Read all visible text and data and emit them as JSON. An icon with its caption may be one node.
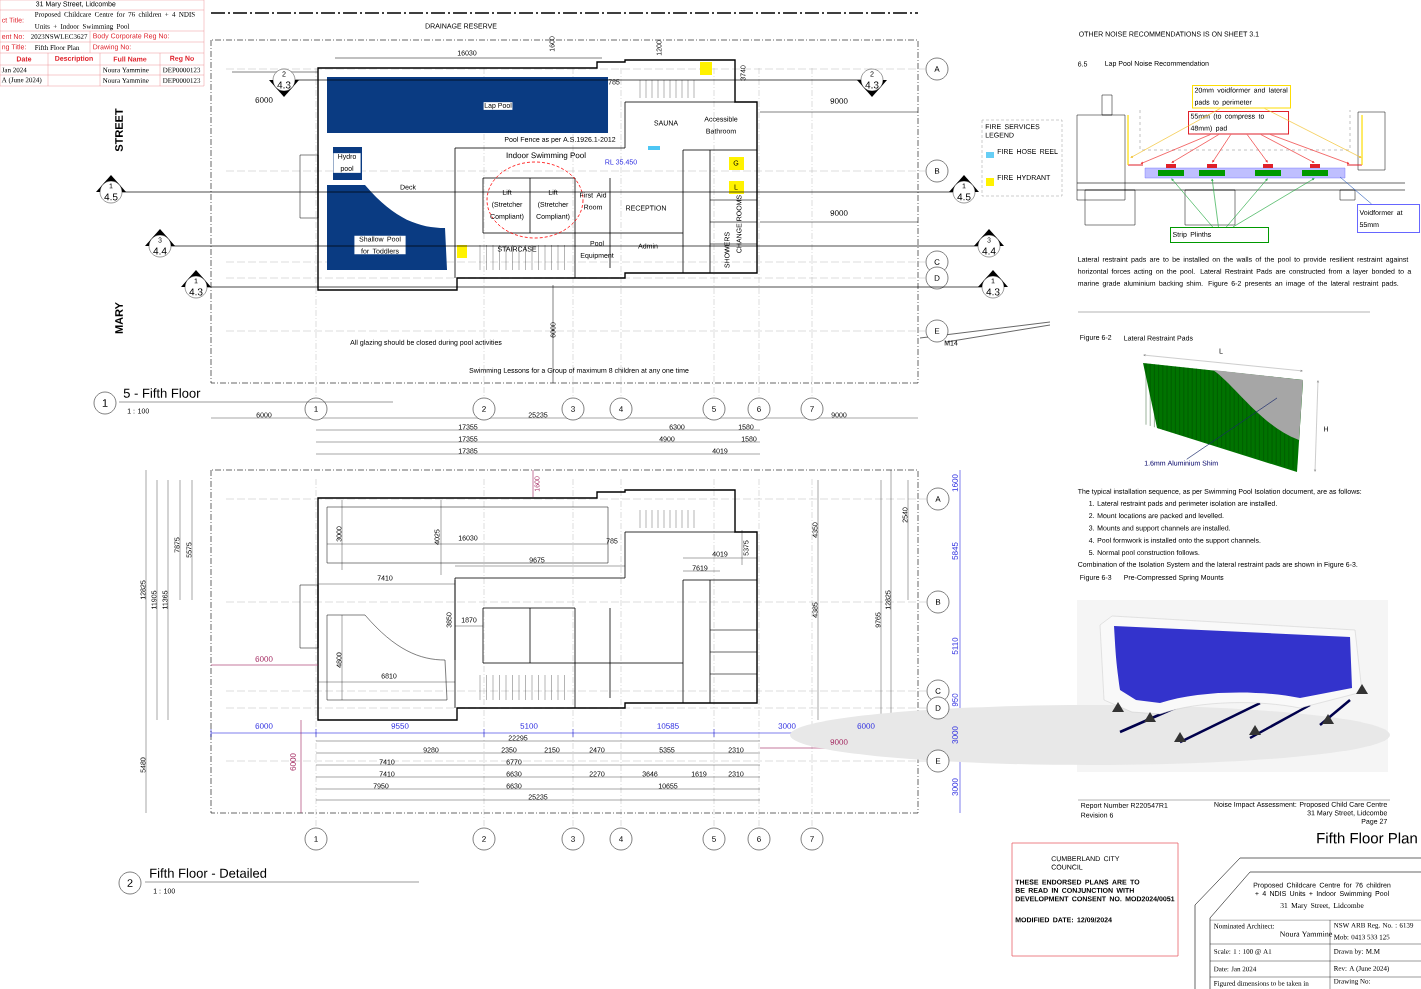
{
  "diagram": {
    "title": "Fifth Floor Plan",
    "nodes": [
      {
        "text": [
          "Lap Pool"
        ]
      },
      {
        "text": [
          "Hydro pool"
        ]
      },
      {
        "text": [
          "Shallow Pool for Toddlers"
        ]
      },
      {
        "text": [
          "1"
        ]
      },
      {
        "text": [
          "2"
        ]
      },
      {
        "text": [
          "3"
        ]
      },
      {
        "text": [
          "4"
        ]
      },
      {
        "text": [
          "5"
        ]
      },
      {
        "text": [
          "6"
        ]
      },
      {
        "text": [
          "7"
        ]
      },
      {
        "text": [
          "A"
        ]
      },
      {
        "text": [
          "B"
        ]
      },
      {
        "text": [
          "C"
        ]
      },
      {
        "text": [
          "D"
        ]
      },
      {
        "text": [
          "E"
        ]
      },
      {
        "text": [
          "1"
        ]
      },
      {
        "text": [
          "2"
        ]
      },
      {
        "text": [
          "3"
        ]
      },
      {
        "text": [
          "4"
        ]
      },
      {
        "text": [
          "5"
        ]
      },
      {
        "text": [
          "6"
        ]
      },
      {
        "text": [
          "7"
        ]
      },
      {
        "text": [
          "A"
        ]
      },
      {
        "text": [
          "B"
        ]
      },
      {
        "text": [
          "C"
        ]
      },
      {
        "text": [
          "D"
        ]
      },
      {
        "text": [
          "E"
        ]
      },
      {
        "text": [
          "1"
        ],
        "beside": [
          "5 - Fifth Floor",
          "1 : 100"
        ]
      },
      {
        "text": [
          "2"
        ],
        "beside": [
          "Fifth Floor - Detailed",
          "1 : 100"
        ]
      },
      {
        "text": [
          "20mm voidformer and lateral pads to perimeter"
        ]
      },
      {
        "text": [
          "55mm (to compress to 48mm) pad"
        ]
      },
      {
        "text": [
          "Strip Plinths"
        ]
      },
      {
        "text": [
          "Voidformer at 55mm"
        ]
      },
      {
        "text": [
          "CUMBERLAND CITY COUNCIL",
          "THESE ENDORSED PLANS ARE TO BE READ IN CONJUNCTION WITH DEVELOPMENT CONSENT NO. MOD2024/0051",
          "MODIFIED DATE: 12/09/2024"
        ]
      },
      {
        "text": [
          "Proposed Childcare Centre for 76 children + 4 NDIS Units + Indoor Swimming Pool",
          "31 Mary Street, Lidcombe"
        ]
      },
      {
        "text": [
          "1.6mm Aluminium Shim"
        ]
      },
      {
        "text": [
          "FIRE SERVICES LEGEND",
          "FIRE HOSE REEL",
          "FIRE HYDRANT"
        ]
      },
      {
        "text": [
          "2",
          "4.3"
        ]
      },
      {
        "text": [
          "2",
          "4.3"
        ]
      },
      {
        "text": [
          "1",
          "4.5"
        ]
      },
      {
        "text": [
          "1",
          "4.5"
        ]
      },
      {
        "text": [
          "3",
          "4.4"
        ]
      },
      {
        "text": [
          "3",
          "4.4"
        ]
      },
      {
        "text": [
          "1",
          "4.3"
        ]
      },
      {
        "text": [
          "1",
          "4.3"
        ]
      }
    ],
    "edges": [
      {
        "from": 29,
        "to": null,
        "arrow": "to",
        "color": "#f2c12e"
      },
      {
        "from": 29,
        "to": null,
        "arrow": "to",
        "color": "#f2c12e"
      },
      {
        "from": 30,
        "to": null,
        "arrow": "to",
        "color": "#ee3030"
      },
      {
        "from": 30,
        "to": null,
        "arrow": "to",
        "color": "#ee3030"
      },
      {
        "from": 30,
        "to": null,
        "arrow": "to",
        "color": "#ee3030"
      },
      {
        "from": 30,
        "to": null,
        "arrow": "to",
        "color": "#ee3030"
      },
      {
        "from": 30,
        "to": null,
        "arrow": "to",
        "color": "#ee3030"
      },
      {
        "from": 30,
        "to": null,
        "arrow": "to",
        "color": "#ee3030"
      },
      {
        "from": 31,
        "to": null,
        "arrow": "to",
        "color": "#2fae4a"
      },
      {
        "from": 31,
        "to": null,
        "arrow": "to",
        "color": "#2fae4a"
      },
      {
        "from": 31,
        "to": null,
        "arrow": "to",
        "color": "#2fae4a"
      },
      {
        "from": 31,
        "to": null,
        "arrow": "to",
        "color": "#2fae4a"
      },
      {
        "from": 32,
        "to": null,
        "arrow": "none",
        "color": "#3c6cc0"
      },
      {
        "from": 35,
        "to": null,
        "arrow": "none",
        "color": "#1a2a6c"
      },
      {
        "from": 37,
        "to": 38,
        "arrow": "none",
        "color": "#000000"
      },
      {
        "from": 39,
        "to": 40,
        "arrow": "none",
        "color": "#000000"
      },
      {
        "from": 41,
        "to": 42,
        "arrow": "none",
        "color": "#000000"
      },
      {
        "from": 43,
        "to": 44,
        "arrow": "none",
        "color": "#000000"
      }
    ],
    "labels": [
      "31 Mary Street, Lidcombe",
      "ct Title:",
      "Proposed Childcare Centre for 76 children + 4 NDIS Units + Indoor Swimming Pool",
      "ent No:",
      "2023NSWLEC3627",
      "Body Corporate Reg No:",
      "ng Title:",
      "Fifth Floor Plan",
      "Drawing No:",
      "Date",
      "Description",
      "Full Name",
      "Reg No",
      "Jan 2024",
      "A (June 2024)",
      "Noura Yammine",
      "DEP0000123",
      "Noura Yammine",
      "DEP0000123",
      "STREET",
      "MARY",
      "DRAINAGE RESERVE",
      "16030",
      "1600",
      "1200",
      "3740",
      "6000",
      "9000",
      "785",
      "Deck",
      "Pool Fence as per A.S.1926.1-2012",
      "Indoor Swimming Pool",
      "RL 35.450",
      "SAUNA",
      "Accessible Bathroom",
      "Lift (Stretcher Compliant)",
      "Lift (Stretcher Compliant)",
      "First Aid Room",
      "RECEPTION",
      "Admin",
      "Pool Equipment",
      "STAIRCASE",
      "G",
      "L",
      "CHANGE ROOMS",
      "SHOWERS",
      "9000",
      "6000",
      "All glazing should be closed during pool activities",
      "Swimming Lessons for a Group of maximum 8 children at any one time",
      "M14",
      "6000",
      "25235",
      "9000",
      "17355",
      "6300",
      "1580",
      "17355",
      "4900",
      "1580",
      "17385",
      "4019",
      "1600",
      "3000",
      "4025",
      "16030",
      "785",
      "5375",
      "4019",
      "9675",
      "7619",
      "7410",
      "3850",
      "1870",
      "6000",
      "4800",
      "6810",
      "6000",
      "9550",
      "5100",
      "10585",
      "3000",
      "6000",
      "1600",
      "5845",
      "5110",
      "950",
      "3000",
      "3000",
      "9000",
      "6000",
      "22295",
      "9280",
      "2350",
      "2150",
      "2470",
      "5355",
      "2310",
      "7410",
      "6770",
      "7410",
      "6630",
      "2270",
      "3646",
      "1619",
      "2310",
      "7950",
      "6630",
      "10655",
      "25235",
      "12825",
      "11905",
      "11365",
      "7875",
      "5575",
      "5480",
      "12825",
      "9765",
      "4385",
      "4350",
      "2540",
      "OTHER NOISE RECOMMENDATIONS IS ON SHEET 3.1",
      "6.5",
      "Lap Pool Noise Recommendation",
      "Lateral restraint pads are to be installed on the walls of the pool to provide resilient restraint against horizontal forces acting on the pool. Lateral Restraint Pads are constructed from a layer bonded to a marine grade aluminium backing shim. Figure 6-2 presents an image of the lateral restraint pads.",
      "Figure 6-2",
      "Lateral Restraint Pads",
      "L",
      "H",
      "The typical installation sequence, as per Swimming Pool Isolation document, are as follows:",
      "1. Lateral restraint pads and perimeter isolation are installed.",
      "2. Mount locations are packed and levelled.",
      "3. Mounts and support channels are installed.",
      "4. Pool formwork is installed onto the support channels.",
      "5. Normal pool construction follows.",
      "Combination of the Isolation System and the lateral restraint pads are shown in Figure 6-3.",
      "Figure 6-3",
      "Pre-Compressed Spring Mounts",
      "Report Number R220547R1",
      "Revision 6",
      "Noise Impact Assessment: Proposed Child Care Centre",
      "31 Mary Street, Lidcombe",
      "Page 27",
      "Nominated Architect:",
      "Noura Yammine",
      "NSW ARB Reg. No. : 6139",
      "Mob: 0413 533 125",
      "Scale: 1 : 100 @ A1",
      "Drawn by: M.M",
      "Date: Jan 2024",
      "Rev: A (June 2024)",
      "Figured dimensions to be taken in",
      "Drawing No:"
    ]
  }
}
